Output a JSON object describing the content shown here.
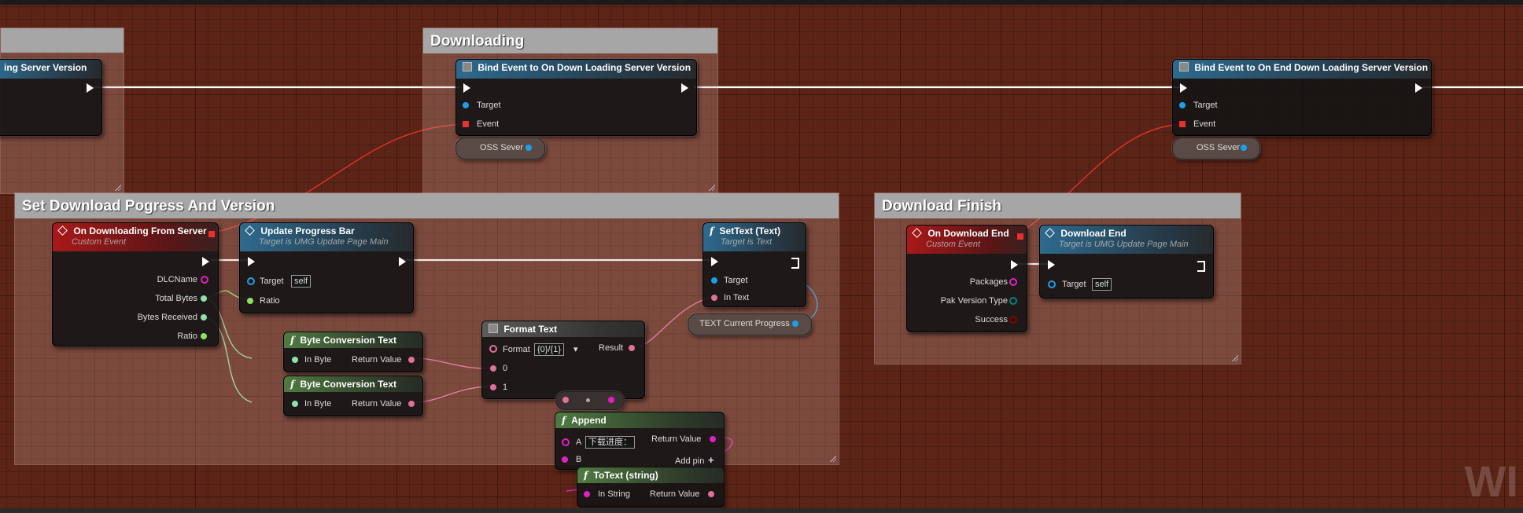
{
  "comments": {
    "downloading": "Downloading",
    "set_progress": "Set Download Pogress And Version",
    "download_finish": "Download Finish"
  },
  "nodes": {
    "partial_bind": {
      "title": "ing Server Version"
    },
    "bind_down_loading": {
      "title": "Bind Event to On Down Loading Server Version",
      "target": "Target",
      "event": "Event"
    },
    "bind_end": {
      "title": "Bind Event to On End Down Loading Server Version",
      "target": "Target",
      "event": "Event"
    },
    "oss_sever_1": {
      "label": "OSS Sever"
    },
    "oss_sever_2": {
      "label": "OSS Sever"
    },
    "on_downloading": {
      "title": "On Downloading From Server",
      "subtitle": "Custom Event",
      "pins": [
        "DLCName",
        "Total Bytes",
        "Bytes Received",
        "Ratio"
      ]
    },
    "update_progress": {
      "title": "Update Progress Bar",
      "subtitle": "Target is UMG Update Page Main",
      "target": "Target",
      "target_value": "self",
      "ratio": "Ratio"
    },
    "set_text": {
      "title": "SetText (Text)",
      "subtitle": "Target is Text",
      "target": "Target",
      "in_text": "In Text"
    },
    "text_current_progress": {
      "label": "TEXT Current Progress"
    },
    "byte_conv_1": {
      "title": "Byte Conversion Text",
      "in": "In Byte",
      "out": "Return Value"
    },
    "byte_conv_2": {
      "title": "Byte Conversion Text",
      "in": "In Byte",
      "out": "Return Value"
    },
    "format_text": {
      "title": "Format Text",
      "format_label": "Format",
      "format_value": "{0}/{1}",
      "result": "Result",
      "pin0": "0",
      "pin1": "1"
    },
    "append": {
      "title": "Append",
      "a": "A",
      "a_value": "下载进度：",
      "b": "B",
      "out": "Return Value",
      "add_pin": "Add pin"
    },
    "to_text": {
      "title": "ToText (string)",
      "in": "In String",
      "out": "Return Value"
    },
    "on_download_end": {
      "title": "On Download End",
      "subtitle": "Custom Event",
      "pins": [
        "Packages",
        "Pak Version Type",
        "Success"
      ]
    },
    "download_end": {
      "title": "Download End",
      "subtitle": "Target is UMG Update Page Main",
      "target": "Target",
      "target_value": "self"
    }
  },
  "watermark": "WI",
  "colors": {
    "exec": "#ffffff",
    "object_pin": "#1ea0e8",
    "event_pin": "#e8302c",
    "string_pin": "#e020c0",
    "text_pin": "#e0709a",
    "float_pin": "#8ee060",
    "int_pin": "#90e0a8",
    "bool_pin": "#8a0000"
  }
}
